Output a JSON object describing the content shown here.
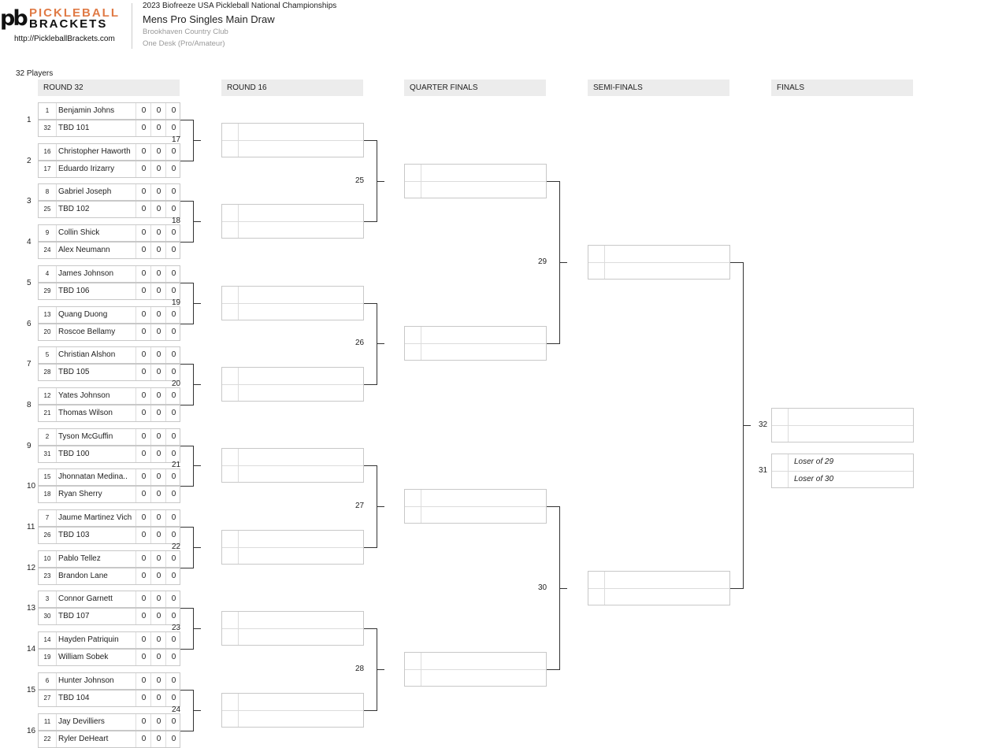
{
  "logo": {
    "line1": "PICKLEBALL",
    "line2": "BRACKETS",
    "mark": "pb",
    "url": "http://PickleballBrackets.com",
    "accent_color": "#e07a45"
  },
  "header": {
    "event_title": "2023 Biofreeze USA Pickleball National Championships",
    "draw_title": "Mens Pro Singles Main Draw",
    "venue": "Brookhaven Country Club",
    "desk": "One Desk (Pro/Amateur)",
    "player_count": "32 Players"
  },
  "rounds": [
    "ROUND 32",
    "ROUND 16",
    "QUARTER FINALS",
    "SEMI-FINALS",
    "FINALS"
  ],
  "round32": [
    {
      "num": "1",
      "players": [
        {
          "seed": "1",
          "name": "Benjamin Johns",
          "scores": [
            "0",
            "0",
            "0"
          ]
        },
        {
          "seed": "32",
          "name": "TBD 101",
          "scores": [
            "0",
            "0",
            "0"
          ]
        }
      ]
    },
    {
      "num": "2",
      "players": [
        {
          "seed": "16",
          "name": "Christopher Haworth",
          "scores": [
            "0",
            "0",
            "0"
          ]
        },
        {
          "seed": "17",
          "name": "Eduardo Irizarry",
          "scores": [
            "0",
            "0",
            "0"
          ]
        }
      ]
    },
    {
      "num": "3",
      "players": [
        {
          "seed": "8",
          "name": "Gabriel Joseph",
          "scores": [
            "0",
            "0",
            "0"
          ]
        },
        {
          "seed": "25",
          "name": "TBD 102",
          "scores": [
            "0",
            "0",
            "0"
          ]
        }
      ]
    },
    {
      "num": "4",
      "players": [
        {
          "seed": "9",
          "name": "Collin Shick",
          "scores": [
            "0",
            "0",
            "0"
          ]
        },
        {
          "seed": "24",
          "name": "Alex Neumann",
          "scores": [
            "0",
            "0",
            "0"
          ]
        }
      ]
    },
    {
      "num": "5",
      "players": [
        {
          "seed": "4",
          "name": "James Johnson",
          "scores": [
            "0",
            "0",
            "0"
          ]
        },
        {
          "seed": "29",
          "name": "TBD 106",
          "scores": [
            "0",
            "0",
            "0"
          ]
        }
      ]
    },
    {
      "num": "6",
      "players": [
        {
          "seed": "13",
          "name": "Quang Duong",
          "scores": [
            "0",
            "0",
            "0"
          ]
        },
        {
          "seed": "20",
          "name": "Roscoe Bellamy",
          "scores": [
            "0",
            "0",
            "0"
          ]
        }
      ]
    },
    {
      "num": "7",
      "players": [
        {
          "seed": "5",
          "name": "Christian Alshon",
          "scores": [
            "0",
            "0",
            "0"
          ]
        },
        {
          "seed": "28",
          "name": "TBD 105",
          "scores": [
            "0",
            "0",
            "0"
          ]
        }
      ]
    },
    {
      "num": "8",
      "players": [
        {
          "seed": "12",
          "name": "Yates Johnson",
          "scores": [
            "0",
            "0",
            "0"
          ]
        },
        {
          "seed": "21",
          "name": "Thomas Wilson",
          "scores": [
            "0",
            "0",
            "0"
          ]
        }
      ]
    },
    {
      "num": "9",
      "players": [
        {
          "seed": "2",
          "name": "Tyson McGuffin",
          "scores": [
            "0",
            "0",
            "0"
          ]
        },
        {
          "seed": "31",
          "name": "TBD 100",
          "scores": [
            "0",
            "0",
            "0"
          ]
        }
      ]
    },
    {
      "num": "10",
      "players": [
        {
          "seed": "15",
          "name": "Jhonnatan Medina..",
          "scores": [
            "0",
            "0",
            "0"
          ]
        },
        {
          "seed": "18",
          "name": "Ryan Sherry",
          "scores": [
            "0",
            "0",
            "0"
          ]
        }
      ]
    },
    {
      "num": "11",
      "players": [
        {
          "seed": "7",
          "name": "Jaume Martinez Vich",
          "scores": [
            "0",
            "0",
            "0"
          ]
        },
        {
          "seed": "26",
          "name": "TBD 103",
          "scores": [
            "0",
            "0",
            "0"
          ]
        }
      ]
    },
    {
      "num": "12",
      "players": [
        {
          "seed": "10",
          "name": "Pablo Tellez",
          "scores": [
            "0",
            "0",
            "0"
          ]
        },
        {
          "seed": "23",
          "name": "Brandon Lane",
          "scores": [
            "0",
            "0",
            "0"
          ]
        }
      ]
    },
    {
      "num": "13",
      "players": [
        {
          "seed": "3",
          "name": "Connor Garnett",
          "scores": [
            "0",
            "0",
            "0"
          ]
        },
        {
          "seed": "30",
          "name": "TBD 107",
          "scores": [
            "0",
            "0",
            "0"
          ]
        }
      ]
    },
    {
      "num": "14",
      "players": [
        {
          "seed": "14",
          "name": "Hayden Patriquin",
          "scores": [
            "0",
            "0",
            "0"
          ]
        },
        {
          "seed": "19",
          "name": "William Sobek",
          "scores": [
            "0",
            "0",
            "0"
          ]
        }
      ]
    },
    {
      "num": "15",
      "players": [
        {
          "seed": "6",
          "name": "Hunter Johnson",
          "scores": [
            "0",
            "0",
            "0"
          ]
        },
        {
          "seed": "27",
          "name": "TBD 104",
          "scores": [
            "0",
            "0",
            "0"
          ]
        }
      ]
    },
    {
      "num": "16",
      "players": [
        {
          "seed": "11",
          "name": "Jay Devilliers",
          "scores": [
            "0",
            "0",
            "0"
          ]
        },
        {
          "seed": "22",
          "name": "Ryler DeHeart",
          "scores": [
            "0",
            "0",
            "0"
          ]
        }
      ]
    }
  ],
  "round16_labels": [
    "17",
    "18",
    "19",
    "20",
    "21",
    "22",
    "23",
    "24"
  ],
  "qf_labels": [
    "25",
    "26",
    "27",
    "28"
  ],
  "sf_labels": [
    "29",
    "30"
  ],
  "final_label": "32",
  "third_place": {
    "label": "31",
    "slot1": "Loser of 29",
    "slot2": "Loser of 30"
  }
}
